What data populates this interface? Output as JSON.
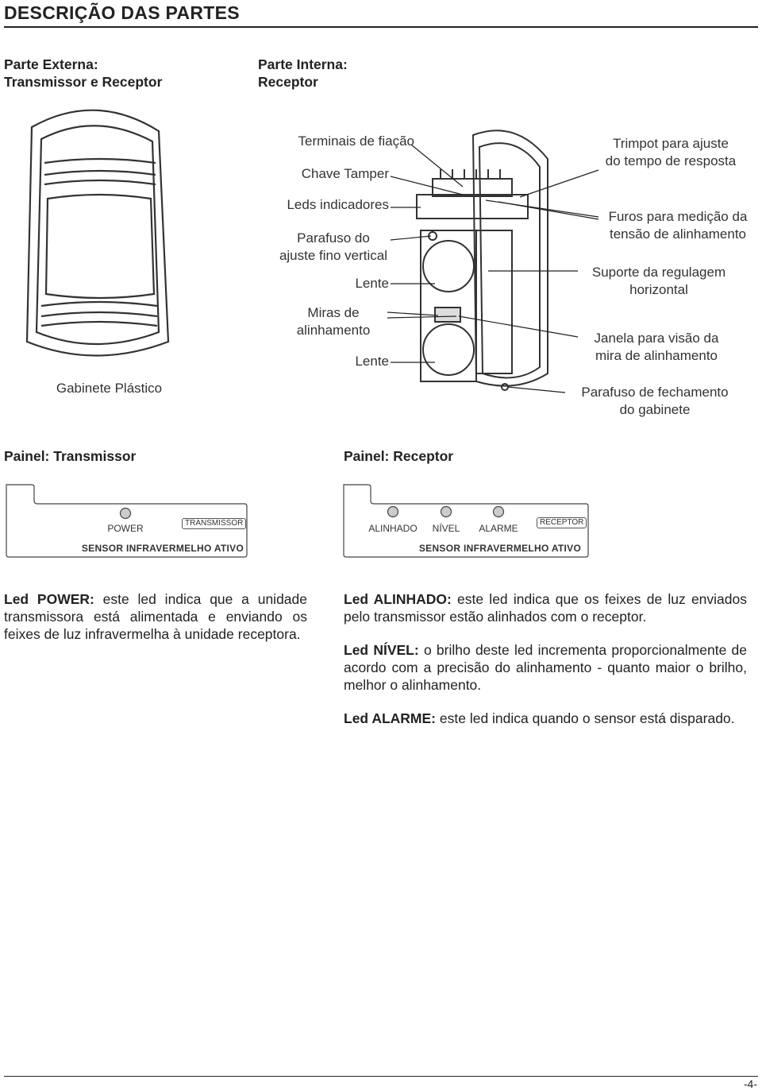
{
  "title": "DESCRIÇÃO DAS PARTES",
  "headers": {
    "external_line1": "Parte Externa:",
    "external_line2": "Transmissor e Receptor",
    "internal_line1": "Parte Interna:",
    "internal_line2": "Receptor"
  },
  "labels": {
    "gabinete": "Gabinete Plástico",
    "terminais": "Terminais de fiação",
    "chave_tamper": "Chave Tamper",
    "leds": "Leds indicadores",
    "parafuso_vertical_1": "Parafuso do",
    "parafuso_vertical_2": "ajuste fino vertical",
    "lente_top": "Lente",
    "miras_1": "Miras de",
    "miras_2": "alinhamento",
    "lente_bottom": "Lente",
    "trimpot_1": "Trimpot para ajuste",
    "trimpot_2": "do tempo de resposta",
    "furos_1": "Furos para medição da",
    "furos_2": "tensão de alinhamento",
    "suporte_1": "Suporte da regulagem",
    "suporte_2": "horizontal",
    "janela_1": "Janela para visão da",
    "janela_2": "mira de alinhamento",
    "parafuso_fech_1": "Parafuso de fechamento",
    "parafuso_fech_2": "do gabinete"
  },
  "panels": {
    "transmissor_title": "Painel: Transmissor",
    "receptor_title": "Painel: Receptor",
    "tx_led": "POWER",
    "tx_box": "TRANSMISSOR",
    "tx_sensor": "SENSOR INFRAVERMELHO ATIVO",
    "rx_led1": "ALINHADO",
    "rx_led2": "NÍVEL",
    "rx_led3": "ALARME",
    "rx_box": "RECEPTOR",
    "rx_sensor": "SENSOR INFRAVERMELHO ATIVO"
  },
  "descriptions": {
    "power_bold": "Led POWER:",
    "power_text": " este led indica que a unidade transmissora está alimentada e enviando os feixes de luz infravermelha à unidade receptora.",
    "alinhado_bold": "Led ALINHADO:",
    "alinhado_text": " este led indica que os feixes de luz enviados pelo transmissor estão alinhados com o receptor.",
    "nivel_bold": "Led NÍVEL:",
    "nivel_text": " o brilho deste led incrementa proporcionalmente de acordo com a precisão do alinhamento - quanto maior o brilho, melhor o alinhamento.",
    "alarme_bold": "Led ALARME:",
    "alarme_text": " este led indica quando o sensor está disparado."
  },
  "page_number": "-4-"
}
